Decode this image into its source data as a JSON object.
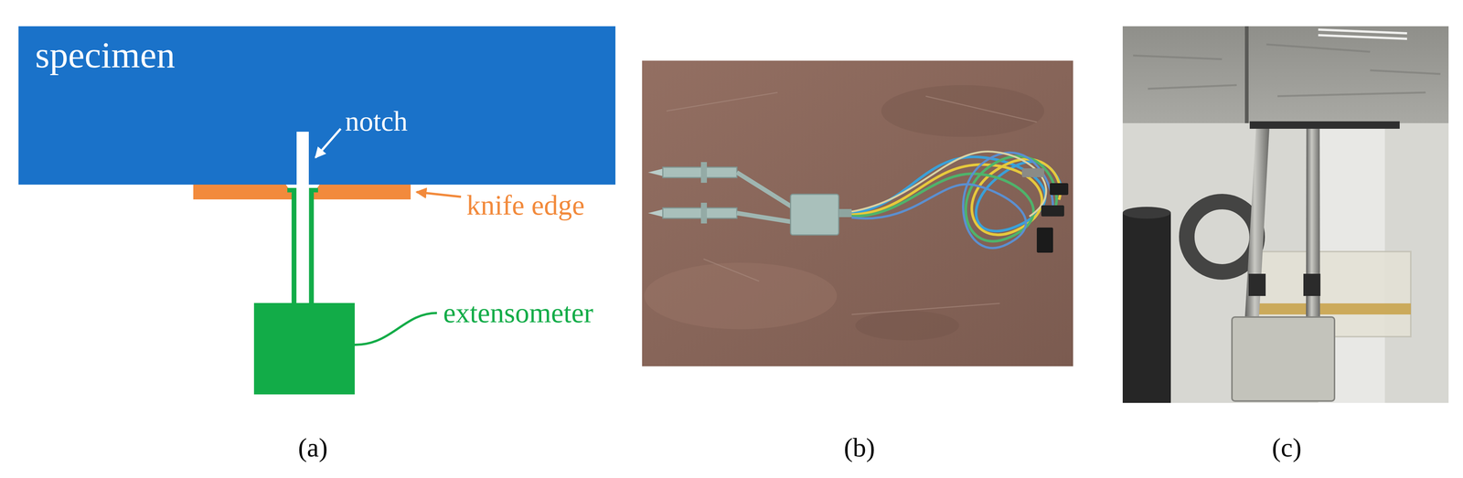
{
  "diagram": {
    "nodes": [
      {
        "text": [
          "specimen"
        ]
      }
    ],
    "labels": [
      "notch",
      "knife edge",
      "extensometer",
      "(a)",
      "(b)",
      "(c)"
    ]
  }
}
